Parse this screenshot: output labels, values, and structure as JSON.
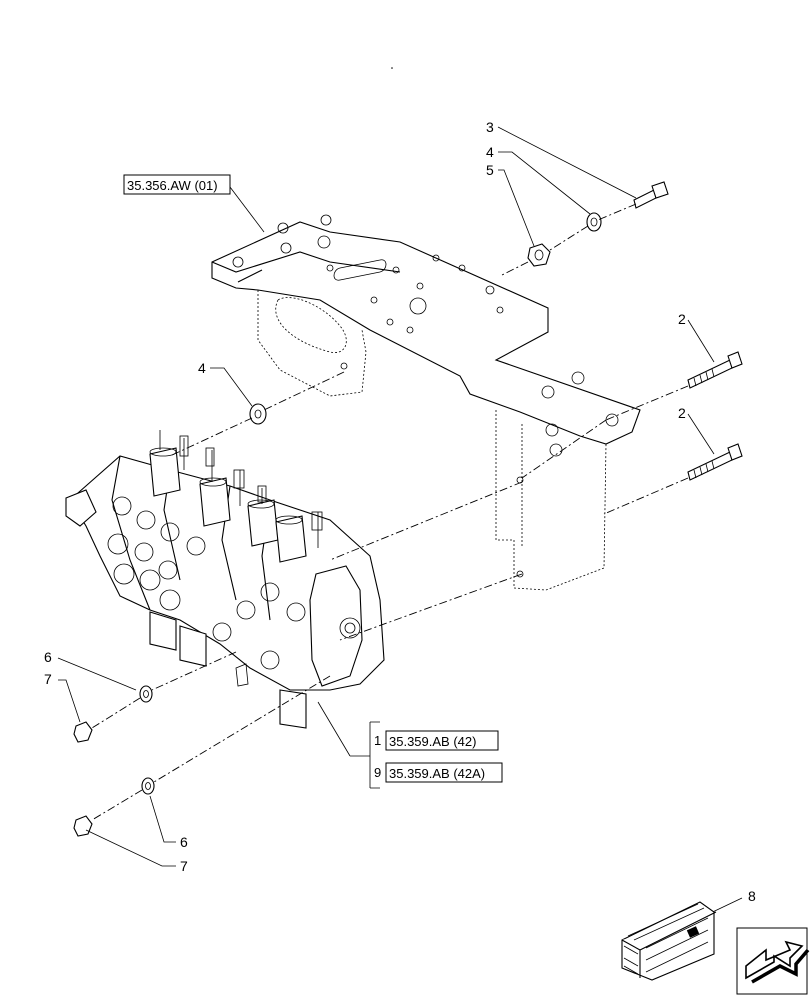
{
  "callouts": {
    "c3": "3",
    "c4_top": "4",
    "c5": "5",
    "c2_a": "2",
    "c2_b": "2",
    "c4_mid": "4",
    "c6_top": "6",
    "c7_top": "7",
    "c6_bottom": "6",
    "c7_bottom": "7",
    "c8": "8"
  },
  "references": {
    "frame_ref": "35.356.AW (01)",
    "valve_ref_1": {
      "index": "1",
      "code": "35.359.AB (42)"
    },
    "valve_ref_9": {
      "index": "9",
      "code": "35.359.AB (42A)"
    }
  },
  "icons": {
    "kit": "crate-icon",
    "next_page": "arrow-next-page-icon"
  }
}
